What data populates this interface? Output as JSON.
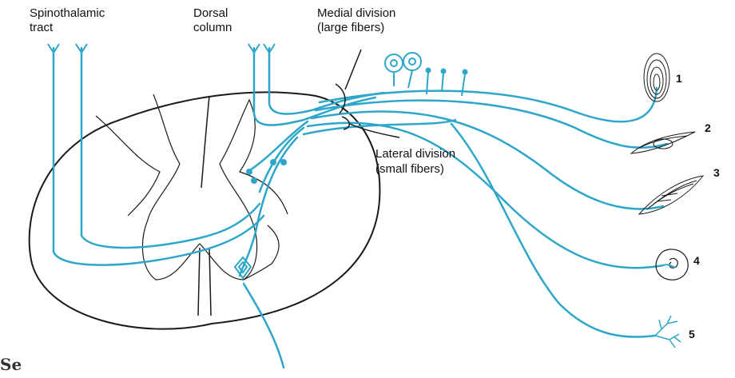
{
  "labels": {
    "spinothalamic_line1": "Spinothalamic",
    "spinothalamic_line2": "tract",
    "dorsal_line1": "Dorsal",
    "dorsal_line2": "column",
    "medial_line1": "Medial division",
    "medial_line2": "(large fibers)",
    "lateral_line1": "Lateral division",
    "lateral_line2": "(small fibers)"
  },
  "receptor_numbers": [
    "1",
    "2",
    "3",
    "4",
    "5"
  ],
  "corner_fragment": "Se",
  "colors": {
    "fiber": "#2ea6c9",
    "outline": "#1a1a1a",
    "text": "#111111",
    "background": "#ffffff"
  }
}
